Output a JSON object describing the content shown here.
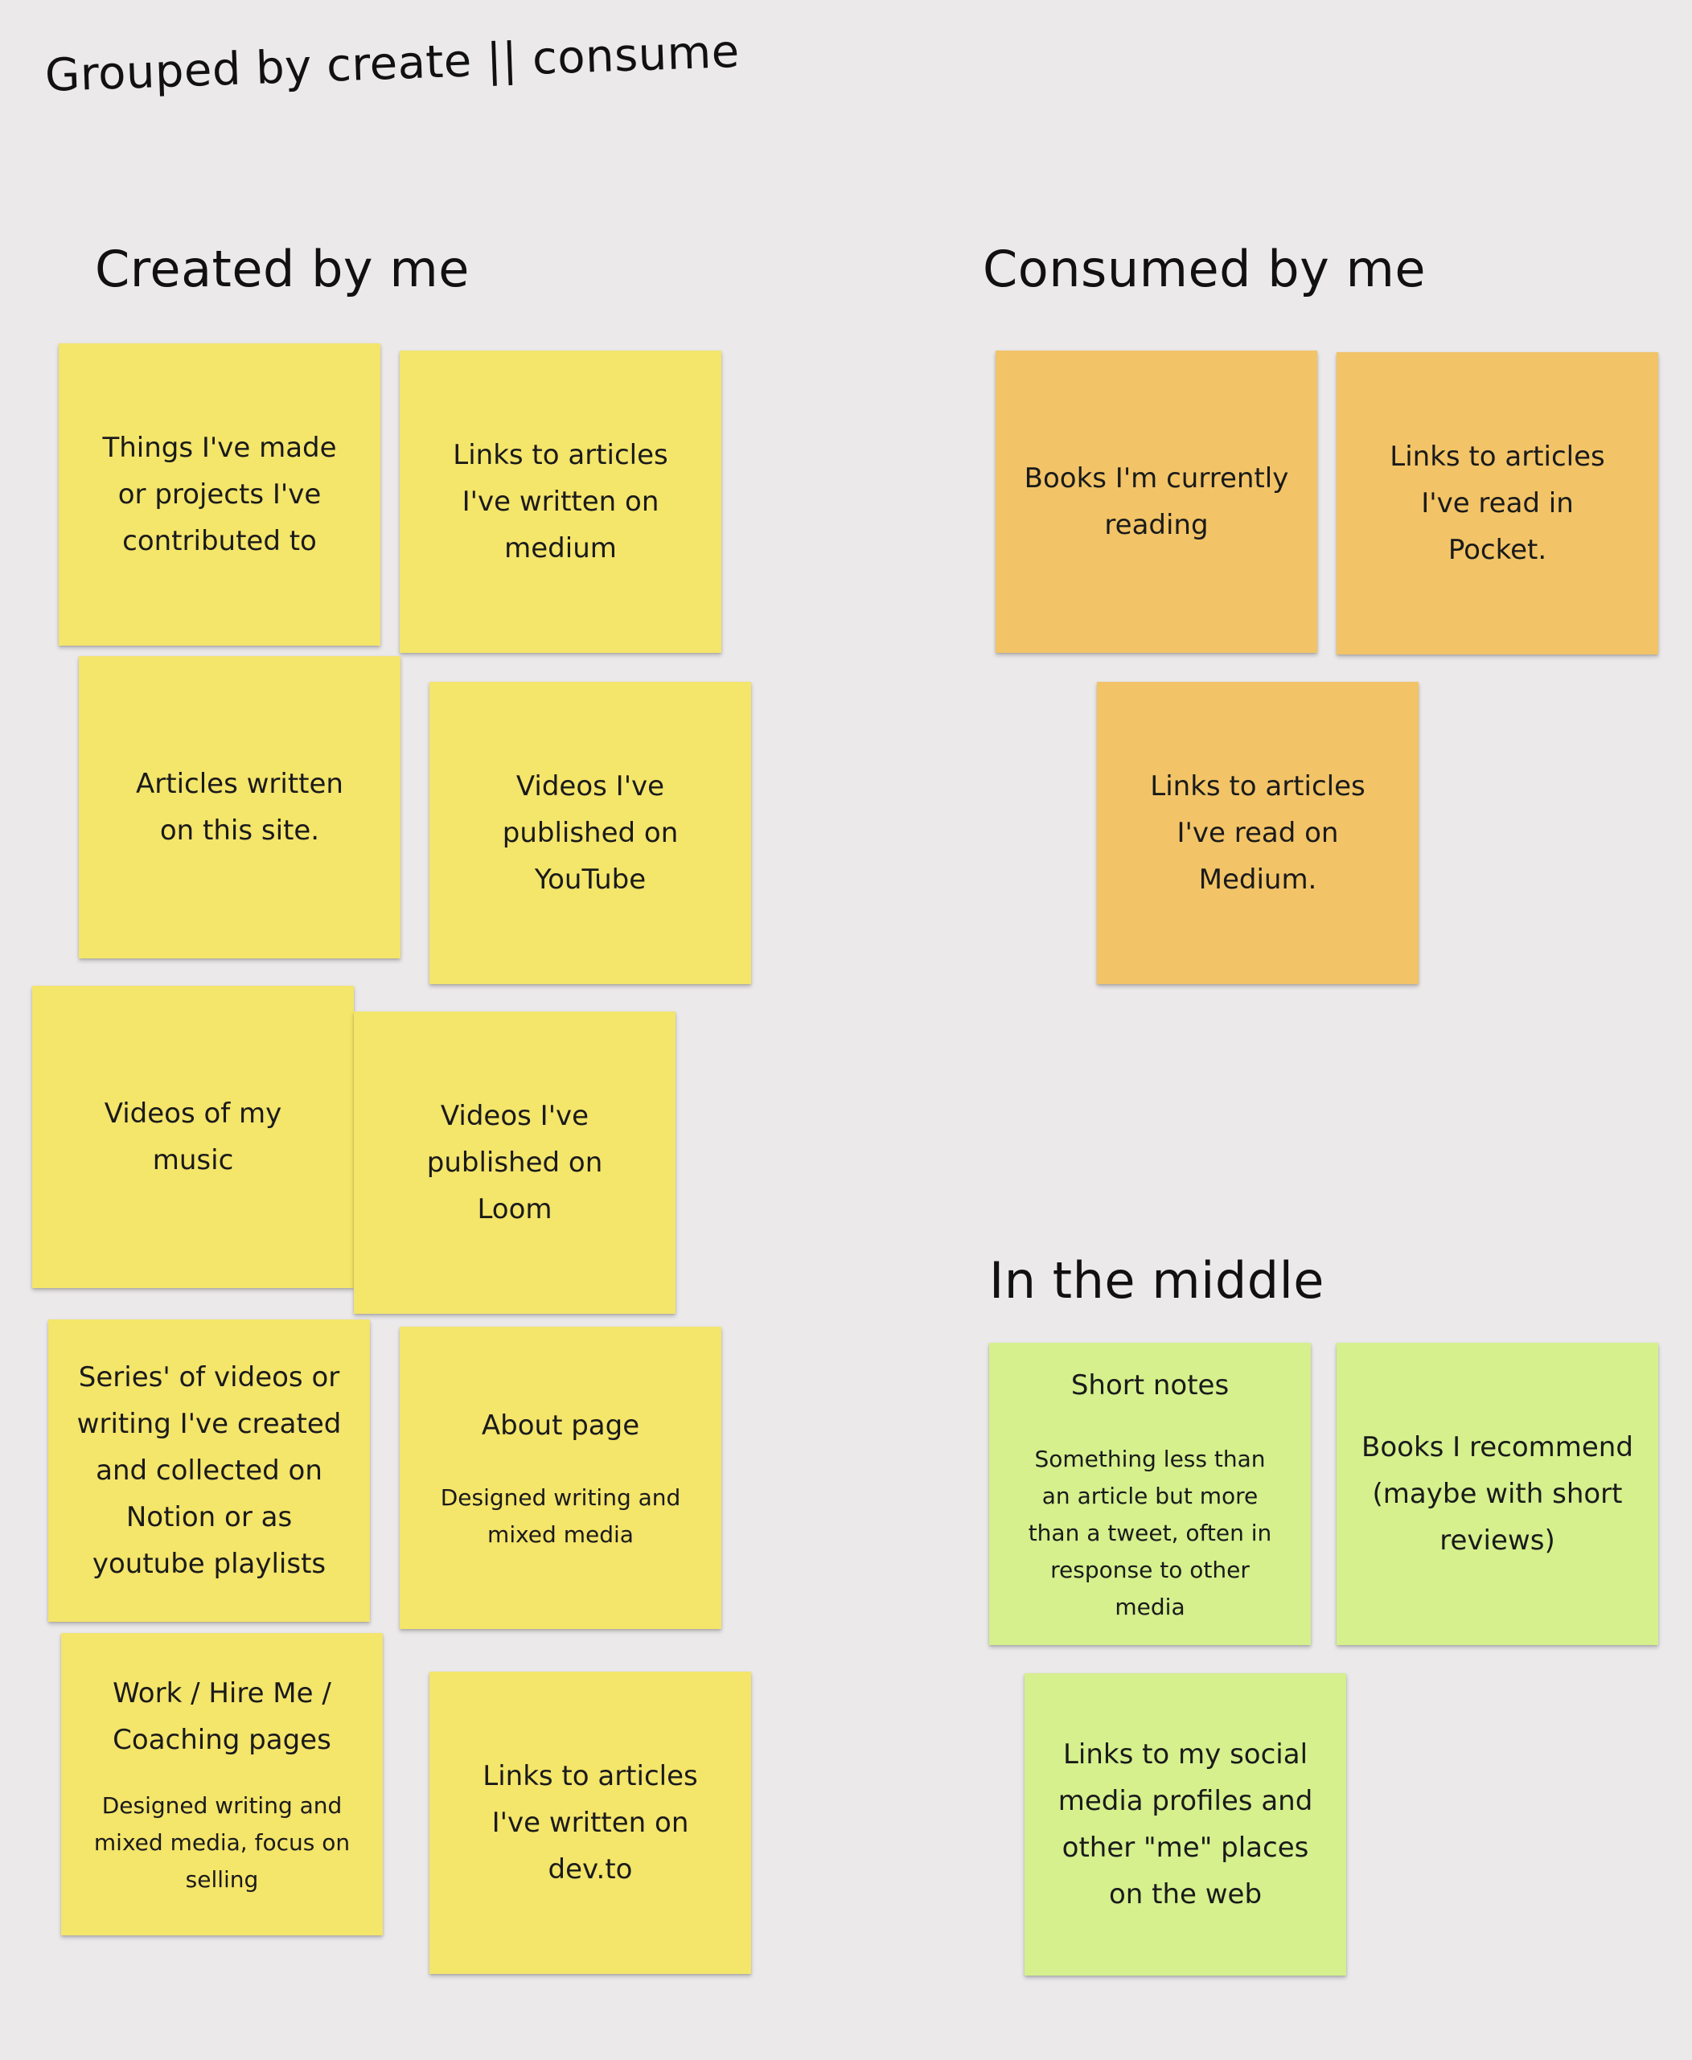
{
  "board": {
    "title": "Grouped by create || consume"
  },
  "groups": {
    "created": "Created by me",
    "consumed": "Consumed by me",
    "middle": "In the middle"
  },
  "colors": {
    "background": "#ebe9ea",
    "created_sticky": "#f4e56b",
    "consumed_sticky": "#f2c467",
    "middle_sticky": "#d5f08d"
  },
  "created_notes": [
    {
      "text": "Things I've made or projects I've contributed to"
    },
    {
      "text": "Links to articles I've written on medium"
    },
    {
      "text": "Articles written on this site."
    },
    {
      "text": "Videos I've published on YouTube"
    },
    {
      "text": "Videos of my music"
    },
    {
      "text": "Videos I've published on Loom"
    },
    {
      "text": "Series' of videos or writing I've created and collected on Notion or as youtube playlists"
    },
    {
      "text": "About page",
      "subtext": "Designed writing and mixed media"
    },
    {
      "text": "Work / Hire Me / Coaching pages",
      "subtext": "Designed writing and mixed media, focus on selling"
    },
    {
      "text": "Links to articles I've written on dev.to"
    }
  ],
  "consumed_notes": [
    {
      "text": "Books I'm currently reading"
    },
    {
      "text": "Links to articles I've read in Pocket."
    },
    {
      "text": "Links to articles I've read on Medium."
    }
  ],
  "middle_notes": [
    {
      "text": "Short notes",
      "subtext": "Something less than an article but more than a tweet, often in response to other media"
    },
    {
      "text": "Books I recommend (maybe with short reviews)"
    },
    {
      "text": "Links to my social media profiles and other \"me\" places on the web"
    }
  ]
}
